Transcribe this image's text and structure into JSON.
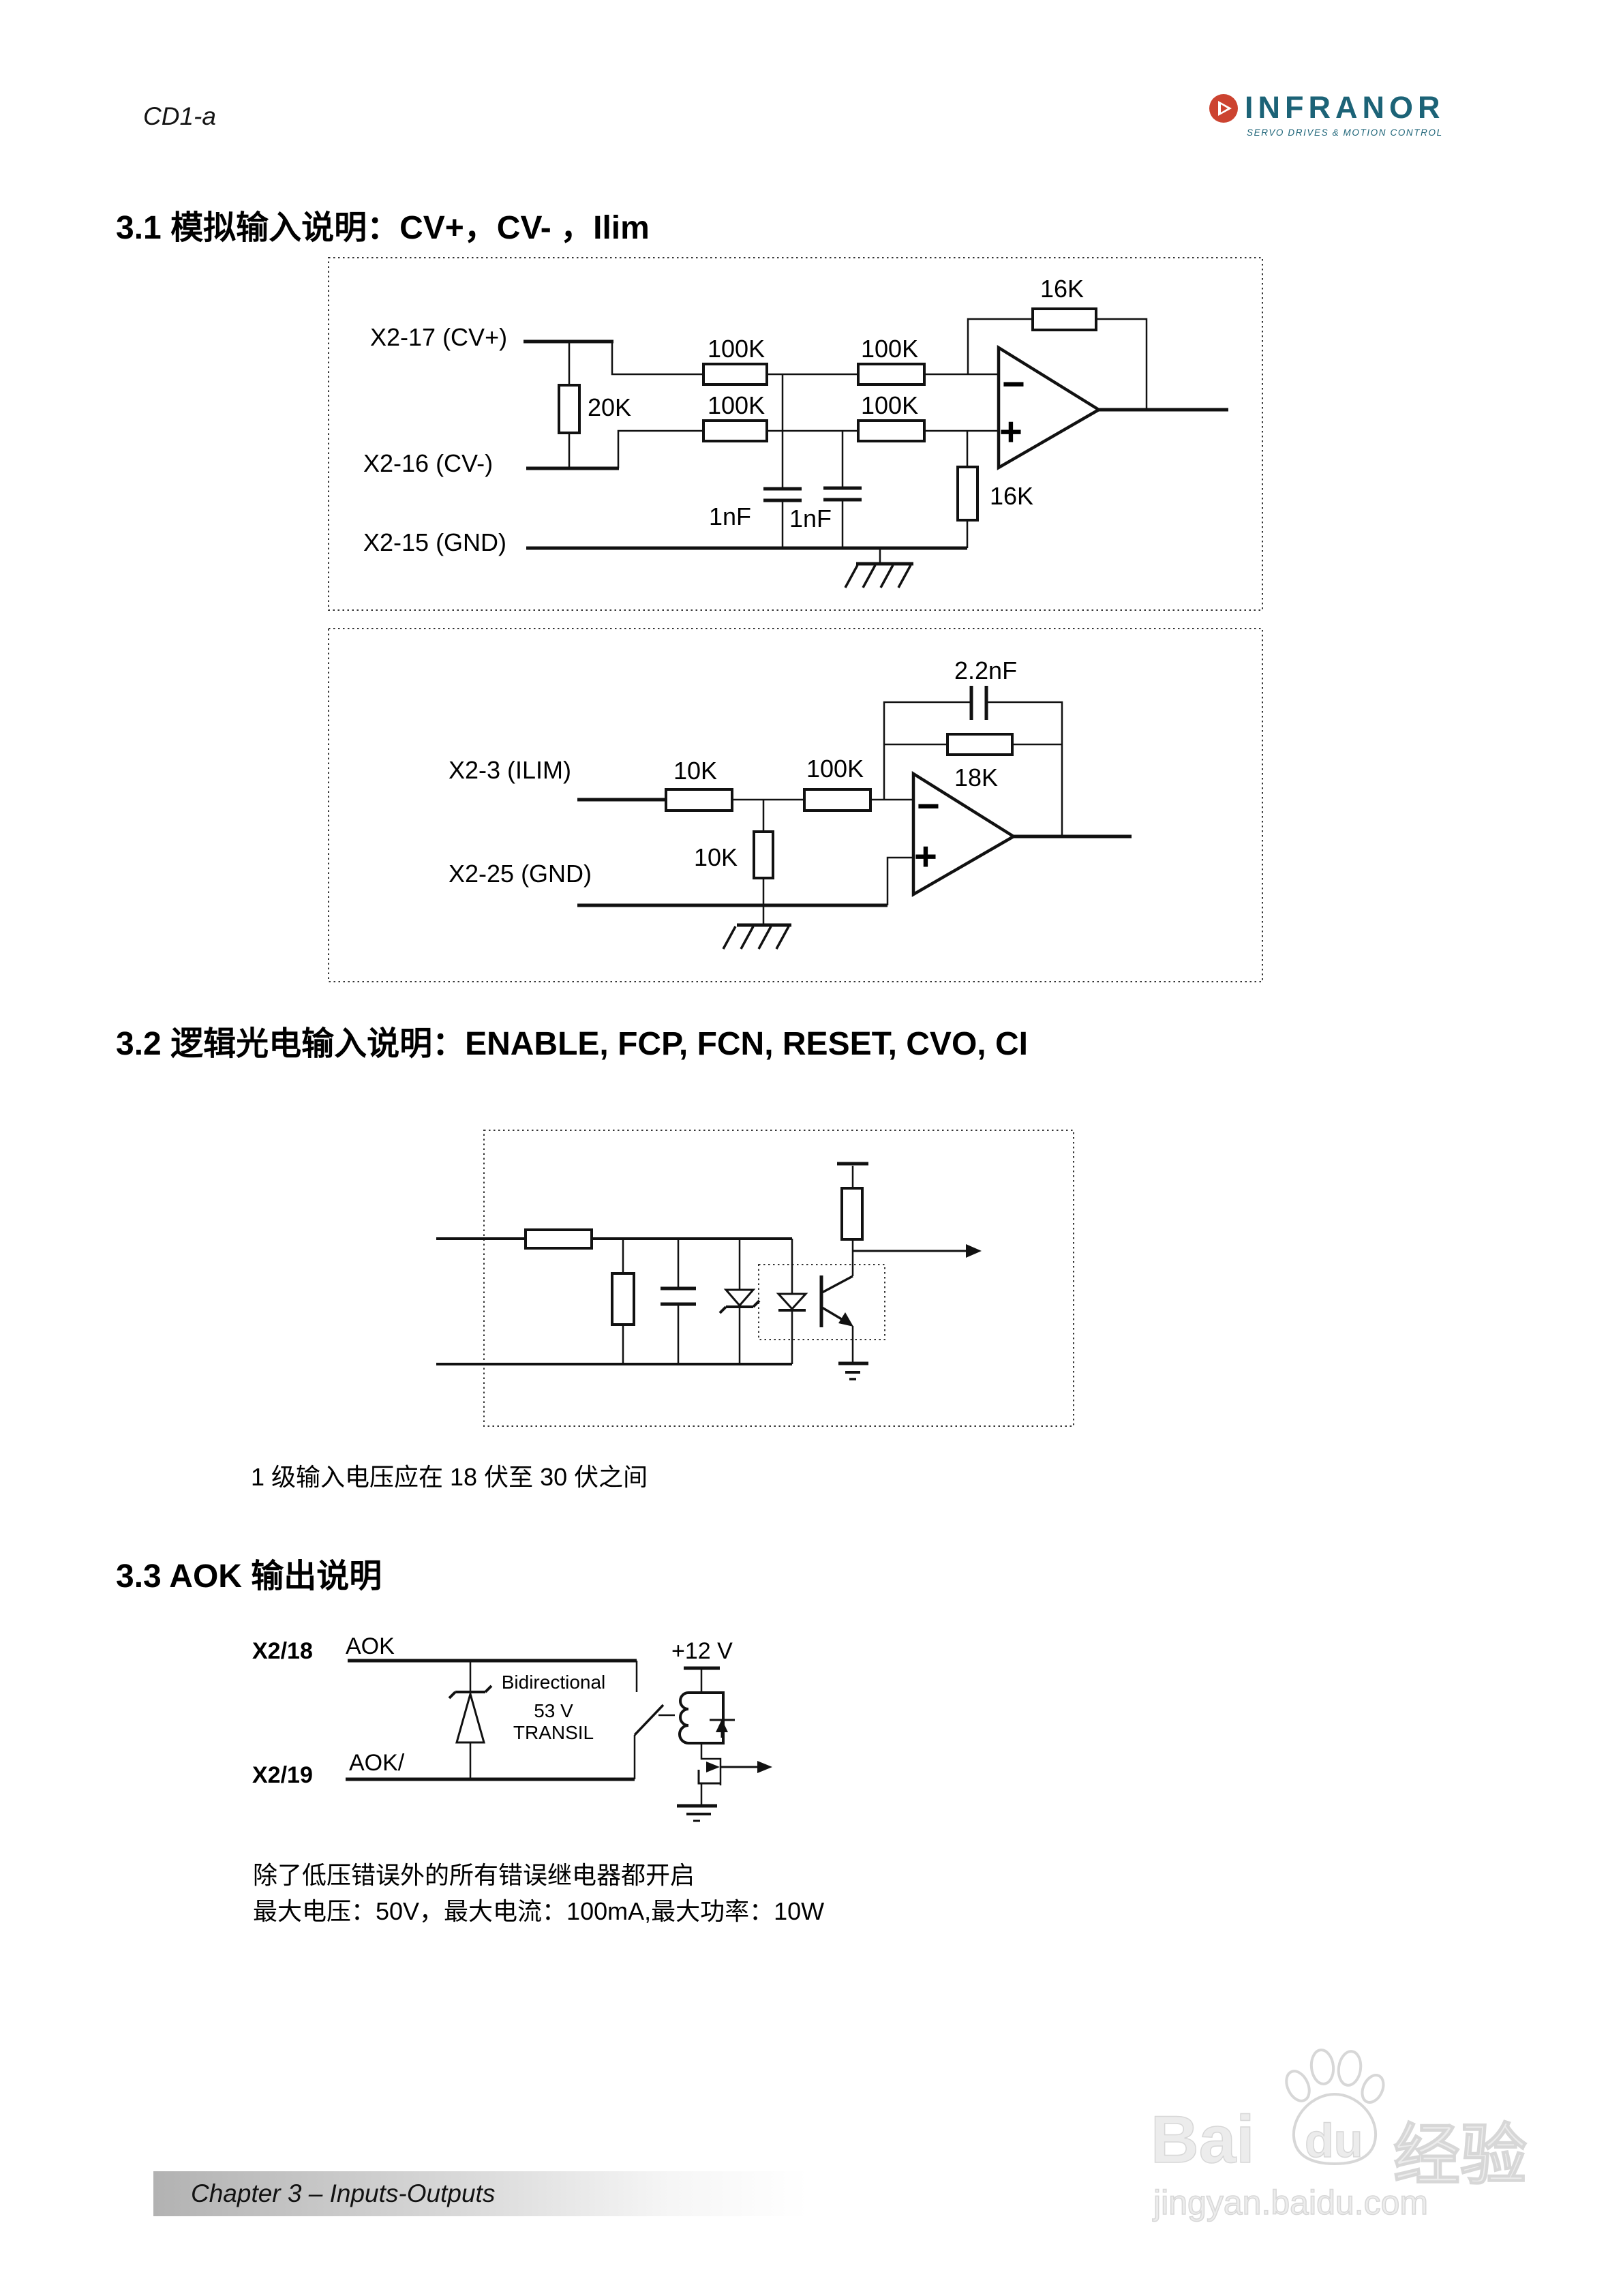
{
  "header": {
    "doc_code": "CD1-a",
    "logo": {
      "brand": "INFRANOR",
      "tagline": "SERVO DRIVES & MOTION CONTROL",
      "accent_red": "#cc4330",
      "brand_teal": "#1c6377"
    }
  },
  "headings": {
    "h31": "3.1  模拟输入说明：CV+，CV- ，Ilim",
    "h32": "3.2  逻辑光电输入说明：ENABLE, FCP, FCN, RESET, CVO, CI",
    "h33": "3.3 AOK 输出说明"
  },
  "notes": {
    "input_range": "1 级输入电压应在 18 伏至 30 伏之间",
    "aok_line1": "除了低压错误外的所有错误继电器都开启",
    "aok_line2": "最大电压：50V，最大电流：100mA,最大功率：10W"
  },
  "diagram1": {
    "labels": {
      "pin_cvp": "X2-17 (CV+)",
      "pin_cvn": "X2-16 (CV-)",
      "pin_gnd": "X2-15 (GND)",
      "r_fb": "16K",
      "r_in": "20K",
      "r_top1": "100K",
      "r_top2": "100K",
      "r_bot1": "100K",
      "r_bot2": "100K",
      "r_plus": "16K",
      "c1": "1nF",
      "c2": "1nF",
      "minus": "−",
      "plus": "+"
    }
  },
  "diagram2": {
    "labels": {
      "pin_ilim": "X2-3 (ILIM)",
      "pin_gnd": "X2-25 (GND)",
      "c_fb": "2.2nF",
      "r_fb": "18K",
      "r_in": "10K",
      "r_mid": "100K",
      "r_gnd": "10K",
      "minus": "−",
      "plus": "+"
    }
  },
  "diagram4": {
    "labels": {
      "pin18": "X2/18",
      "sig18": "AOK",
      "pin19": "X2/19",
      "sig19": "AOK/",
      "transil_l1": "Bidirectional",
      "transil_l2": "53 V",
      "transil_l3": "TRANSIL",
      "supply": "+12 V"
    }
  },
  "footer": {
    "chapter": "Chapter 3 – Inputs-Outputs"
  },
  "watermark": {
    "brand_a": "Bai",
    "brand_b": "du",
    "suffix": "经验",
    "url": "jingyan.baidu.com"
  }
}
